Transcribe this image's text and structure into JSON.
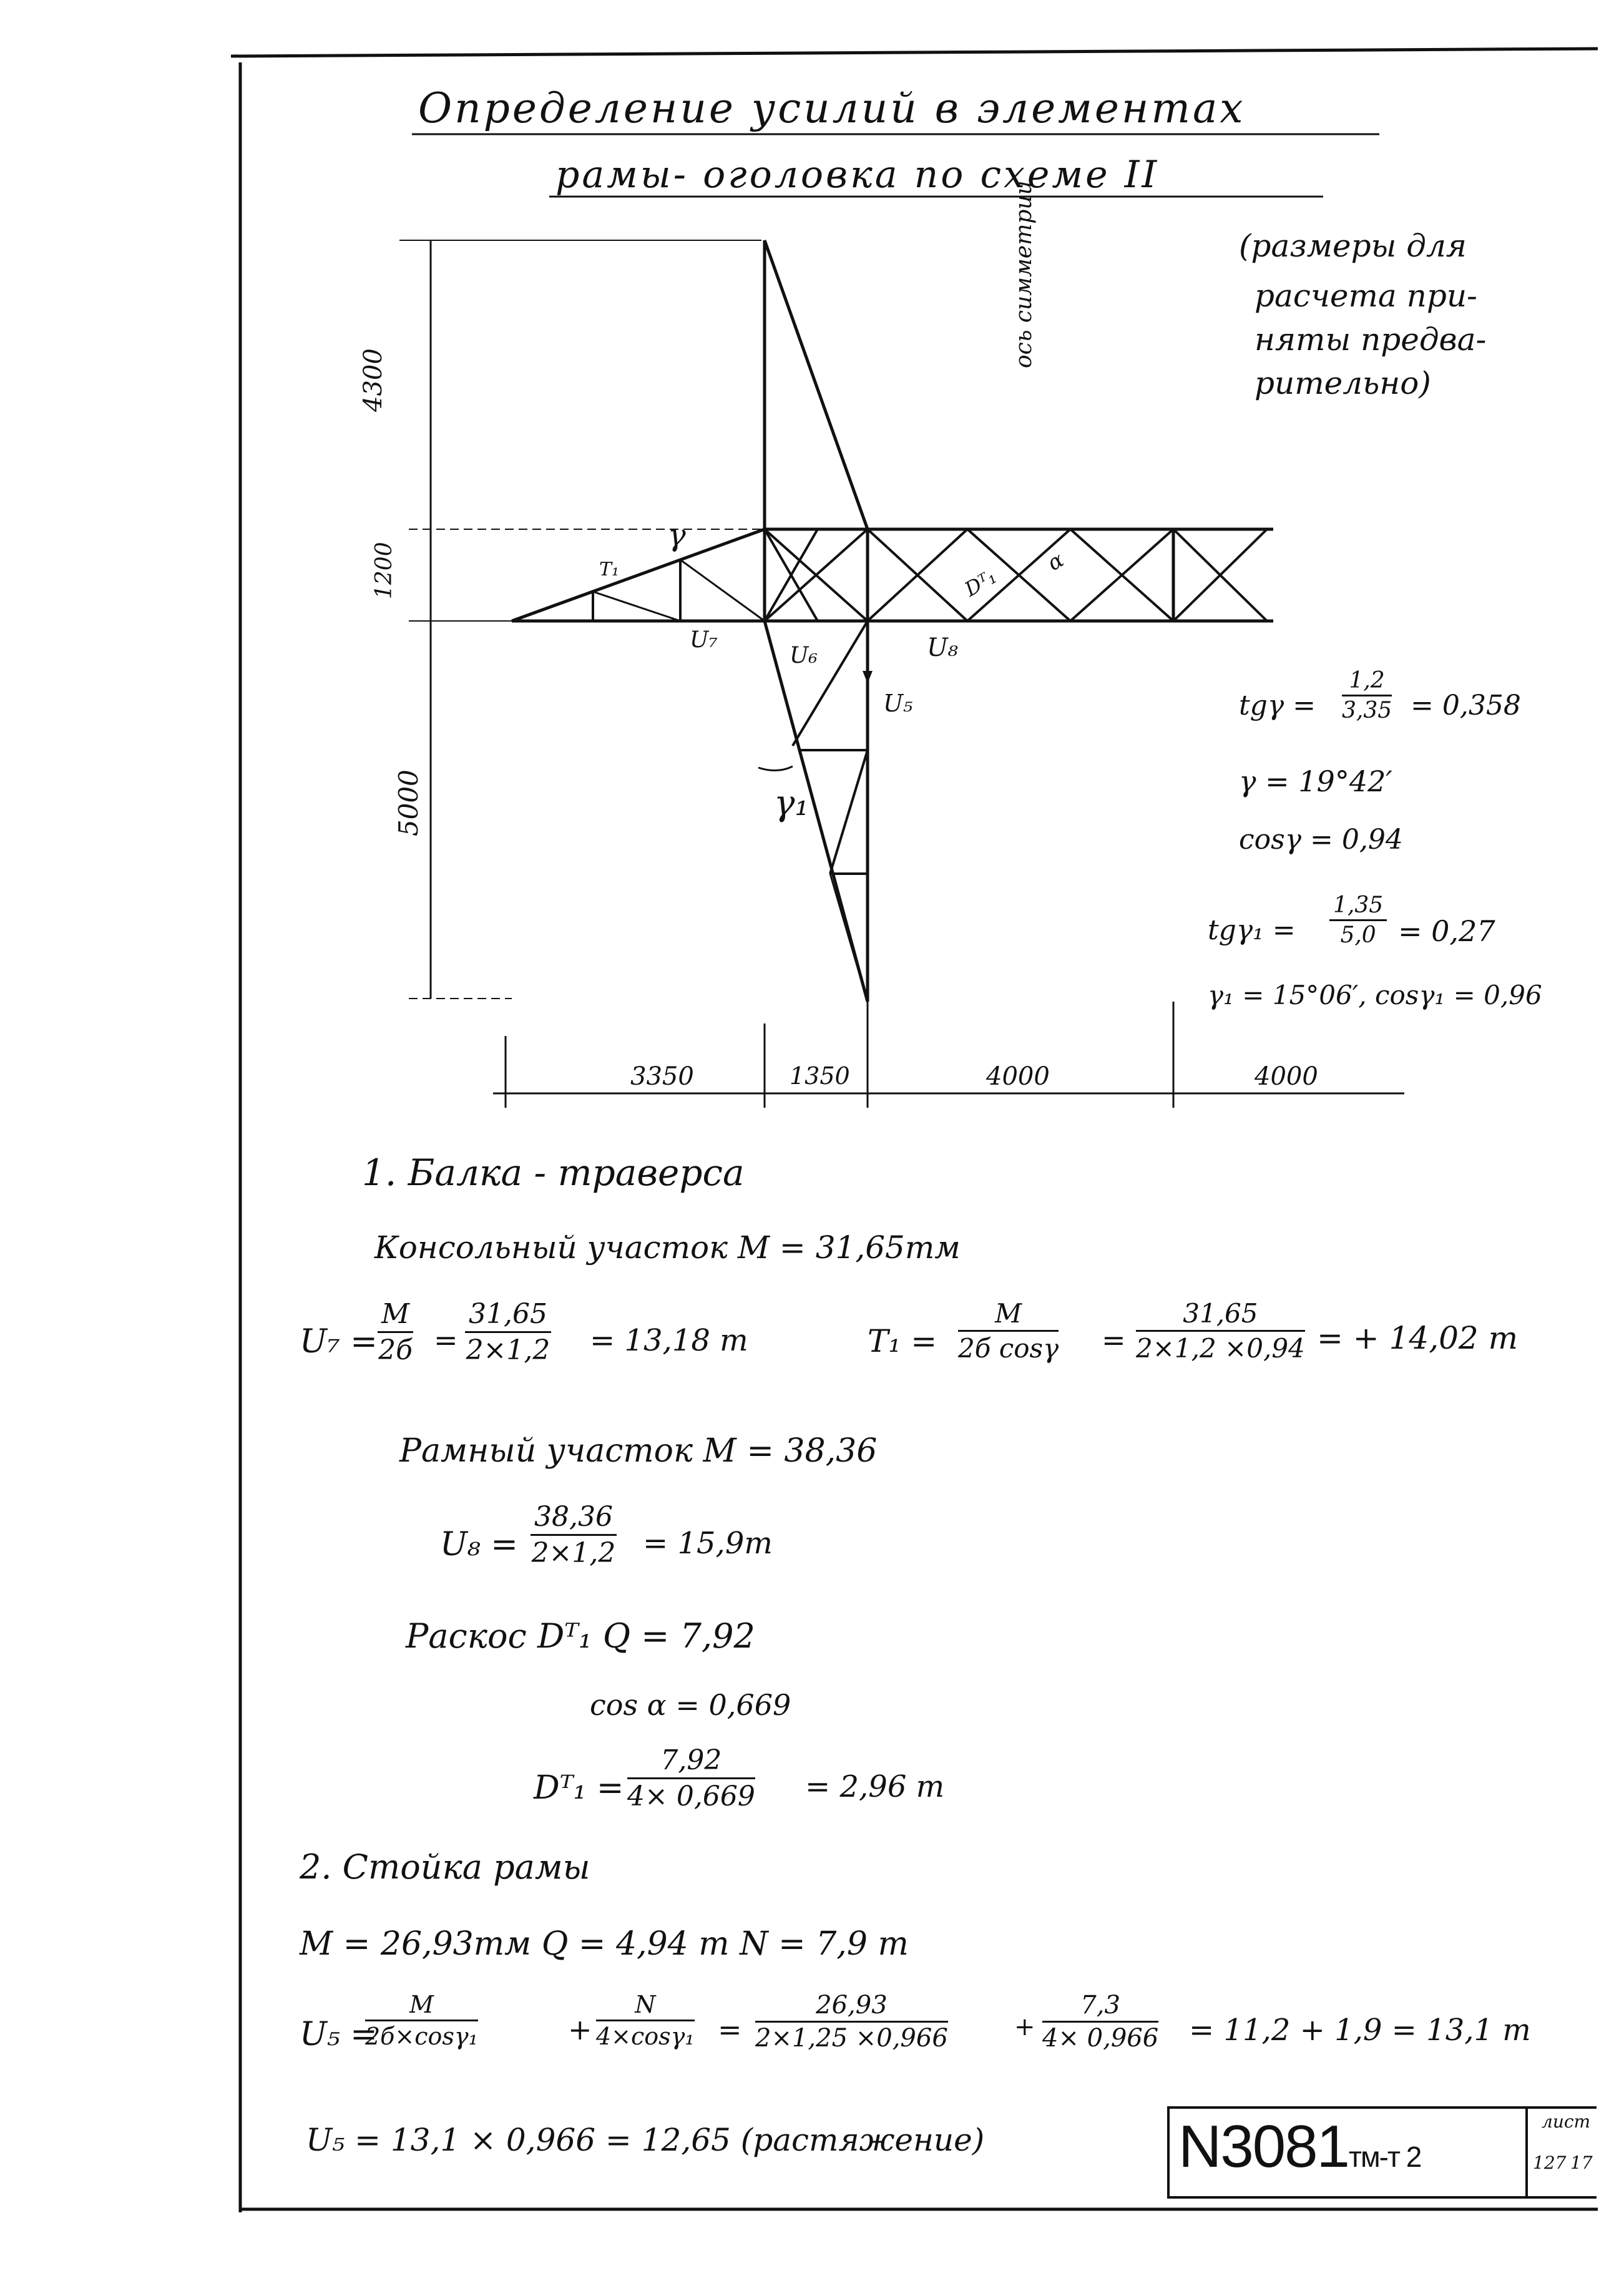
{
  "title": {
    "line1": "Определение усилий в элементах",
    "line2": "рамы- оголовка по схеме II"
  },
  "note": [
    "(размеры для",
    "расчета при-",
    "няты предва-",
    "рительно)"
  ],
  "diagram": {
    "dim_vertical": [
      "4300",
      "1200",
      "5000"
    ],
    "dim_horizontal": [
      "3350",
      "1350",
      "4000",
      "4000"
    ],
    "axis_label": "ось симметрии",
    "members": {
      "gamma": "γ",
      "gamma1": "γ₁",
      "T1": "T₁",
      "U7": "U₇",
      "U6": "U₆",
      "U8": "U₈",
      "U5": "U₅",
      "D1T": "Dᵀ₁",
      "alpha": "α"
    }
  },
  "geometry_calc": {
    "tg_gamma": {
      "lhs": "tgγ =",
      "num": "1,2",
      "den": "3,35",
      "rhs": "= 0,358"
    },
    "gamma": "γ = 19°42′",
    "cos_gamma": "cosγ = 0,94",
    "tg_gamma1": {
      "lhs": "tgγ₁ =",
      "num": "1,35",
      "den": "5,0",
      "rhs": "= 0,27"
    },
    "gamma1": "γ₁ = 15°06′, cosγ₁ = 0,96"
  },
  "section1": {
    "heading": "1. Балка - траверса",
    "console": "Консольный участок   M = 31,65тм",
    "u7": {
      "lhs": "U₇ =",
      "f1_num": "M",
      "f1_den": "2б",
      "f2_num": "31,65",
      "f2_den": "2×1,2",
      "rhs": "= 13,18 т"
    },
    "t1": {
      "lhs": "T₁ =",
      "f1_num": "M",
      "f1_den": "2б cosγ",
      "f2_num": "31,65",
      "f2_den": "2×1,2 ×0,94",
      "rhs": "= + 14,02 т"
    },
    "frame": "Рамный участок   M = 38,36",
    "u8": {
      "lhs": "U₈ =",
      "num": "38,36",
      "den": "2×1,2",
      "rhs": "= 15,9т"
    },
    "brace": "Раскос  Dᵀ₁      Q = 7,92",
    "cos_alpha": "cos α = 0,669",
    "d1": {
      "lhs": "Dᵀ₁ =",
      "num": "7,92",
      "den": "4× 0,669",
      "rhs": "= 2,96 т"
    }
  },
  "section2": {
    "heading": "2. Стойка рамы",
    "loads": "M = 26,93тм    Q = 4,94 т    N = 7,9 т",
    "u5": {
      "lhs": "U₅ =",
      "a_num": "M",
      "a_den": "2б×cosγ₁",
      "plus1": "+",
      "b_num": "N",
      "b_den": "4×cosγ₁",
      "eq": "=",
      "c_num": "26,93",
      "c_den": "2×1,25 ×0,966",
      "plus2": "+",
      "d_num": "7,3",
      "d_den": "4× 0,966",
      "rhs": "= 11,2 + 1,9 = 13,1 т"
    },
    "u5_final": "U₅ =  13,1 × 0,966  = 12,65  (растяжение)"
  },
  "stamp": {
    "code": "N3081",
    "suffix": "тм-т 2",
    "sheet_label": "лист",
    "sheet_no": "127",
    "sheet_total": "17"
  }
}
